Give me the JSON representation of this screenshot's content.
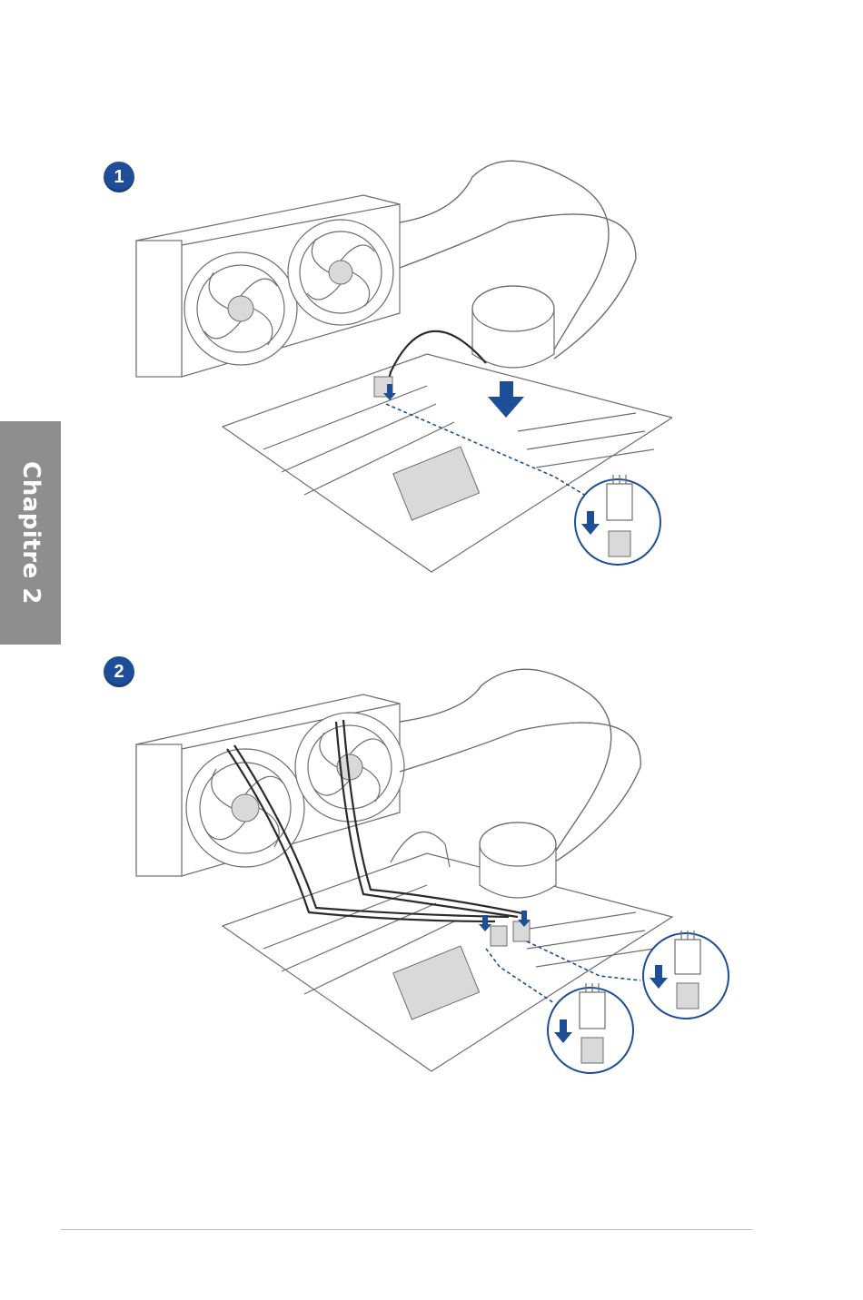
{
  "side_tab": {
    "label": "Chapitre 2",
    "color": "#8e8e8e"
  },
  "steps": [
    {
      "number": "1"
    },
    {
      "number": "2"
    }
  ],
  "colors": {
    "accent": "#1f4e99",
    "line": "#6d6d6d"
  }
}
